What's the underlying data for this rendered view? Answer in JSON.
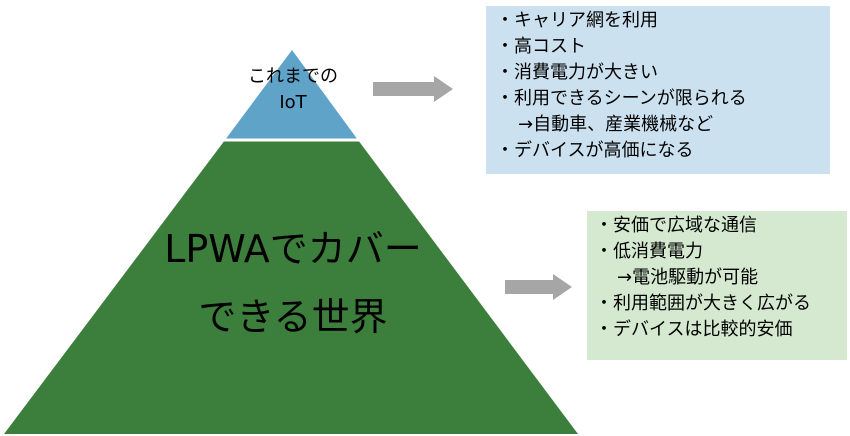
{
  "colors": {
    "apex": "#5fa3c9",
    "base": "#3c7f3c",
    "arrow": "#a6a6a6",
    "box_top_fill": "#cce1ef",
    "box_bottom_fill": "#d4e9cf"
  },
  "apex": {
    "label_line1": "これまでの",
    "label_line2": "IoT"
  },
  "base": {
    "label_line1": "LPWAでカバー",
    "label_line2": "できる世界"
  },
  "box_top": {
    "lines": [
      "・キャリア網を利用",
      "・高コスト",
      "・消費電力が大きい",
      "・利用できるシーンが限られる",
      "→自動車、産業機械など",
      "・デバイスが高価になる"
    ]
  },
  "box_bottom": {
    "lines": [
      "・安価で広域な通信",
      "・低消費電力",
      "→電池駆動が可能",
      "・利用範囲が大きく広がる",
      "・デバイスは比較的安価"
    ]
  }
}
